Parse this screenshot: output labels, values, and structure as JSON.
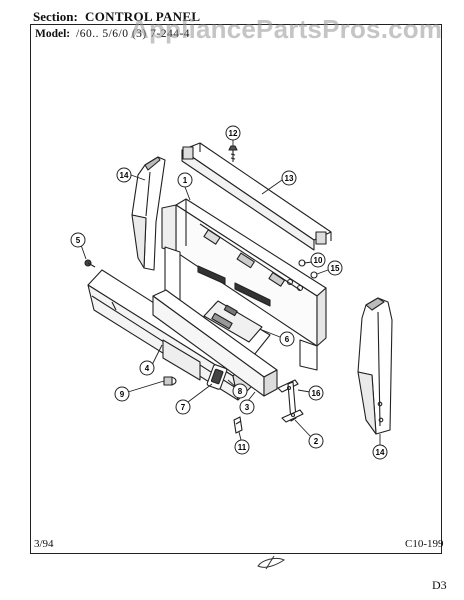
{
  "header": {
    "section_label": "Section:",
    "section_value": "CONTROL PANEL",
    "model_label": "Model:",
    "model_value": "/60.. 5/6/0 (3) 7-244-4"
  },
  "watermark": "AppliancePartsPros.com",
  "footer": {
    "date": "3/94",
    "page_code": "C10-199",
    "scan_mark": "D3"
  },
  "callouts": [
    "1",
    "2",
    "3",
    "4",
    "5",
    "6",
    "7",
    "8",
    "9",
    "10",
    "11",
    "12",
    "13",
    "14",
    "15",
    "16",
    "14"
  ]
}
